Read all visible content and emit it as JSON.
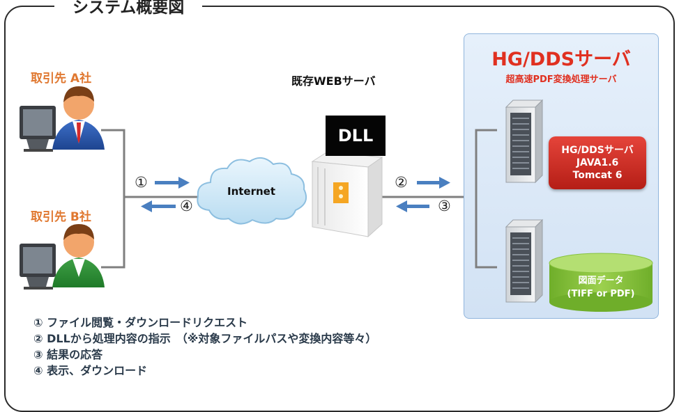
{
  "title": "システム概要図",
  "client_a": {
    "label": "取引先 A社",
    "icon": "business-person-icon"
  },
  "client_b": {
    "label": "取引先 B社",
    "icon": "business-person-icon"
  },
  "web_server": {
    "label": "既存WEBサーバ",
    "module": "DLL",
    "icon": "server-icon"
  },
  "cloud": {
    "label": "Internet",
    "icon": "cloud-icon"
  },
  "hg_server": {
    "title": "HG/DDSサーバ",
    "subtitle": "超高速PDF変換処理サーバ",
    "badge_lines": [
      "HG/DDSサーバ",
      "JAVA1.6",
      "Tomcat 6"
    ],
    "icon": "server-tower-icon"
  },
  "storage": {
    "lines": [
      "図面データ",
      "(TIFF or PDF)"
    ],
    "icon": "database-cylinder-icon"
  },
  "flow_numbers": [
    "①",
    "②",
    "③",
    "④"
  ],
  "legend": [
    "① ファイル閲覧・ダウンロードリクエスト",
    "② DLLから処理内容の指示　（※対象ファイルパスや変換内容等々）",
    "③ 結果の応答",
    "④ 表示、ダウンロード"
  ],
  "colors": {
    "accent_orange": "#e07830",
    "accent_red": "#e03020",
    "arrow_blue": "#4a7fc0",
    "panel_blue": "#dde9f7",
    "storage_green": "#8cc63f"
  }
}
